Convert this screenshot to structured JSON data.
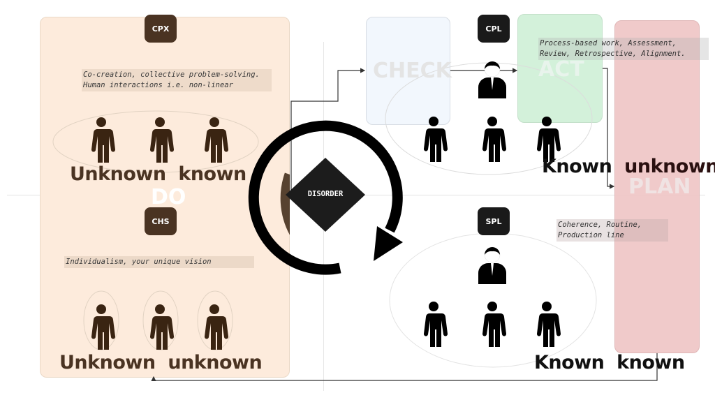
{
  "quadrants": {
    "complex": {
      "badge": "CPX",
      "note": "Co-creation, collective problem-solving.\nHuman interactions i.e. non-linear",
      "label_word1": "Unknown",
      "label_word2": "known"
    },
    "chaotic": {
      "badge": "CHS",
      "note": "Individualism, your unique vision",
      "label_word1": "Unknown",
      "label_word2": "unknown"
    },
    "complicated": {
      "badge": "CPL",
      "note": "Process-based work, Assessment,\nReview, Retrospective, Alignment.",
      "label_word1": "Known",
      "label_word2": "unknown"
    },
    "simple": {
      "badge": "SPL",
      "note": "Coherence, Routine,\nProduction line",
      "label_word1": "Known",
      "label_word2": "known"
    }
  },
  "center": {
    "label": "DISORDER"
  },
  "pdca": {
    "plan": "PLAN",
    "do": "DO",
    "check": "CHECK",
    "act": "ACT"
  },
  "icons": {
    "person": "person-icon",
    "manager": "manager-icon",
    "cycle_arrow": "cycle-arrow-icon"
  },
  "colors": {
    "complex_fill": "#fdebdc",
    "complex_ink": "#4a3322",
    "check_fill": "#f2f7fd",
    "act_fill": "#d3f1da",
    "plan_fill": "#eec4c4",
    "dark": "#1a1a1a"
  }
}
